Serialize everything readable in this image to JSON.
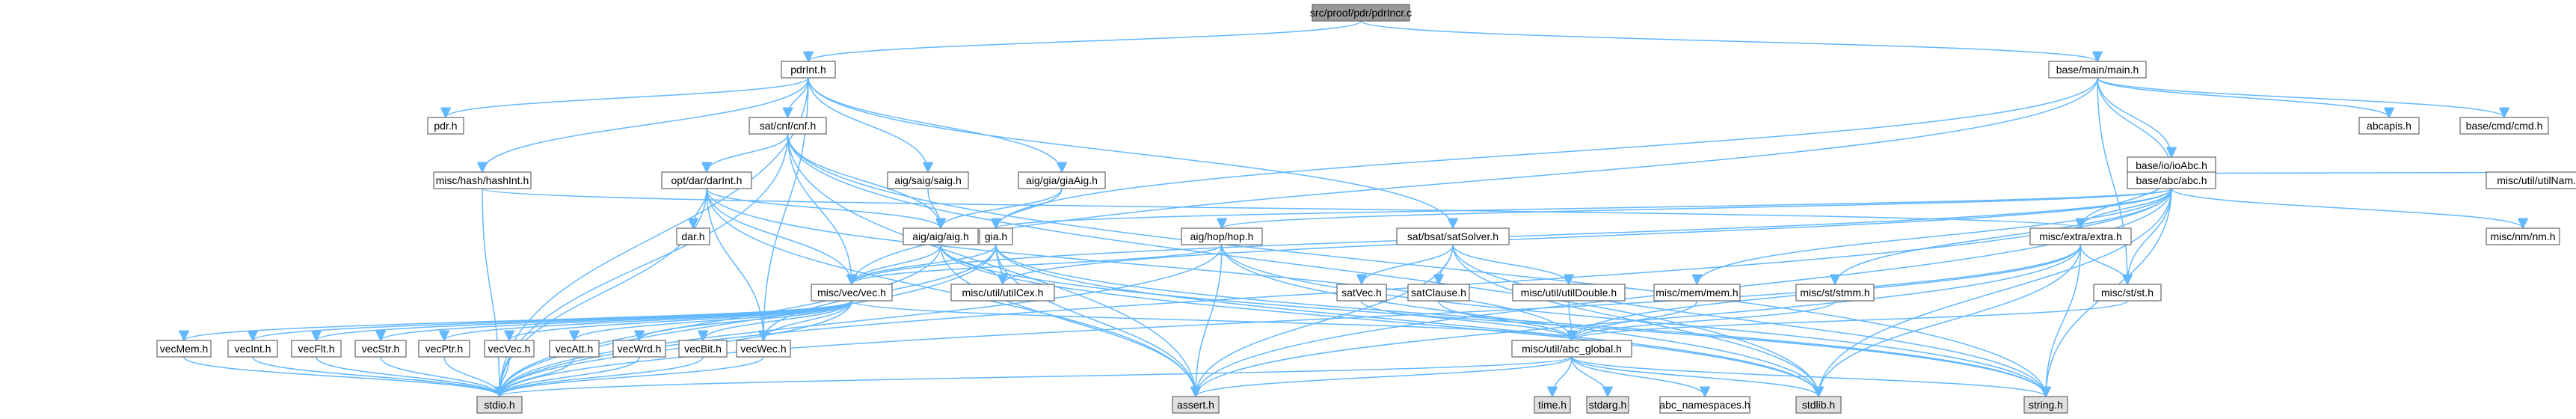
{
  "colors": {
    "root_fill": "#999999",
    "node_fill": "#ffffff",
    "missing_fill": "#e0e0e0",
    "edge": "#63b8ff"
  },
  "nodes": [
    {
      "id": "root",
      "label": "src/proof/pdr/pdrIncr.c",
      "kind": "root"
    },
    {
      "id": "pdrInt",
      "label": "pdrInt.h"
    },
    {
      "id": "main",
      "label": "base/main/main.h"
    },
    {
      "id": "pdr",
      "label": "pdr.h"
    },
    {
      "id": "cnf",
      "label": "sat/cnf/cnf.h"
    },
    {
      "id": "ioAbc",
      "label": "base/io/ioAbc.h"
    },
    {
      "id": "abcapis",
      "label": "abcapis.h"
    },
    {
      "id": "cmd",
      "label": "base/cmd/cmd.h"
    },
    {
      "id": "hashInt",
      "label": "misc/hash/hashInt.h"
    },
    {
      "id": "darInt",
      "label": "opt/dar/darInt.h"
    },
    {
      "id": "saig",
      "label": "aig/saig/saig.h"
    },
    {
      "id": "giaAig",
      "label": "aig/gia/giaAig.h"
    },
    {
      "id": "abc",
      "label": "base/abc/abc.h"
    },
    {
      "id": "utilNam",
      "label": "misc/util/utilNam.h"
    },
    {
      "id": "dar",
      "label": "dar.h"
    },
    {
      "id": "aig",
      "label": "aig/aig/aig.h"
    },
    {
      "id": "gia",
      "label": "gia.h"
    },
    {
      "id": "hop",
      "label": "aig/hop/hop.h"
    },
    {
      "id": "satSolver",
      "label": "sat/bsat/satSolver.h"
    },
    {
      "id": "extra",
      "label": "misc/extra/extra.h"
    },
    {
      "id": "nm",
      "label": "misc/nm/nm.h"
    },
    {
      "id": "vec",
      "label": "misc/vec/vec.h"
    },
    {
      "id": "utilCex",
      "label": "misc/util/utilCex.h"
    },
    {
      "id": "satVec",
      "label": "satVec.h"
    },
    {
      "id": "satClause",
      "label": "satClause.h"
    },
    {
      "id": "utilDouble",
      "label": "misc/util/utilDouble.h"
    },
    {
      "id": "mem",
      "label": "misc/mem/mem.h"
    },
    {
      "id": "stmm",
      "label": "misc/st/stmm.h"
    },
    {
      "id": "st",
      "label": "misc/st/st.h"
    },
    {
      "id": "vecMem",
      "label": "vecMem.h"
    },
    {
      "id": "vecInt",
      "label": "vecInt.h"
    },
    {
      "id": "vecFlt",
      "label": "vecFlt.h"
    },
    {
      "id": "vecStr",
      "label": "vecStr.h"
    },
    {
      "id": "vecPtr",
      "label": "vecPtr.h"
    },
    {
      "id": "vecVec",
      "label": "vecVec.h"
    },
    {
      "id": "vecAtt",
      "label": "vecAtt.h"
    },
    {
      "id": "vecWrd",
      "label": "vecWrd.h"
    },
    {
      "id": "vecBit",
      "label": "vecBit.h"
    },
    {
      "id": "vecWec",
      "label": "vecWec.h"
    },
    {
      "id": "abc_global",
      "label": "misc/util/abc_global.h"
    },
    {
      "id": "stdio",
      "label": "stdio.h",
      "kind": "missing"
    },
    {
      "id": "assert",
      "label": "assert.h",
      "kind": "missing"
    },
    {
      "id": "time",
      "label": "time.h",
      "kind": "missing"
    },
    {
      "id": "stdarg",
      "label": "stdarg.h",
      "kind": "missing"
    },
    {
      "id": "abc_ns",
      "label": "abc_namespaces.h"
    },
    {
      "id": "stdlib",
      "label": "stdlib.h",
      "kind": "missing"
    },
    {
      "id": "string",
      "label": "string.h",
      "kind": "missing"
    }
  ],
  "edges": [
    [
      "root",
      "pdrInt"
    ],
    [
      "root",
      "main"
    ],
    [
      "pdrInt",
      "pdr"
    ],
    [
      "pdrInt",
      "cnf"
    ],
    [
      "pdrInt",
      "hashInt"
    ],
    [
      "pdrInt",
      "saig"
    ],
    [
      "pdrInt",
      "giaAig"
    ],
    [
      "pdrInt",
      "satSolver"
    ],
    [
      "pdrInt",
      "vecWec"
    ],
    [
      "pdrInt",
      "stdio"
    ],
    [
      "main",
      "abc"
    ],
    [
      "main",
      "ioAbc"
    ],
    [
      "main",
      "abcapis"
    ],
    [
      "main",
      "cmd"
    ],
    [
      "main",
      "gia"
    ],
    [
      "main",
      "vec"
    ],
    [
      "main",
      "st"
    ],
    [
      "ioAbc",
      "abc"
    ],
    [
      "ioAbc",
      "extra"
    ],
    [
      "ioAbc",
      "utilNam"
    ],
    [
      "cnf",
      "darInt"
    ],
    [
      "cnf",
      "aig"
    ],
    [
      "cnf",
      "vec"
    ],
    [
      "cnf",
      "stdio"
    ],
    [
      "cnf",
      "assert"
    ],
    [
      "cnf",
      "stdlib"
    ],
    [
      "cnf",
      "string"
    ],
    [
      "hashInt",
      "extra"
    ],
    [
      "hashInt",
      "stdio"
    ],
    [
      "darInt",
      "dar"
    ],
    [
      "darInt",
      "aig"
    ],
    [
      "darInt",
      "vec"
    ],
    [
      "darInt",
      "vecWec"
    ],
    [
      "darInt",
      "assert"
    ],
    [
      "darInt",
      "stdio"
    ],
    [
      "darInt",
      "abc_global"
    ],
    [
      "saig",
      "aig"
    ],
    [
      "giaAig",
      "aig"
    ],
    [
      "giaAig",
      "gia"
    ],
    [
      "abc",
      "gia"
    ],
    [
      "abc",
      "hop"
    ],
    [
      "abc",
      "extra"
    ],
    [
      "abc",
      "nm"
    ],
    [
      "abc",
      "mem"
    ],
    [
      "abc",
      "stmm"
    ],
    [
      "abc",
      "st"
    ],
    [
      "abc",
      "vec"
    ],
    [
      "abc",
      "utilCex"
    ],
    [
      "abc",
      "stdio"
    ],
    [
      "abc",
      "stdlib"
    ],
    [
      "abc",
      "string"
    ],
    [
      "abc",
      "assert"
    ],
    [
      "aig",
      "vec"
    ],
    [
      "aig",
      "utilCex"
    ],
    [
      "aig",
      "stdio"
    ],
    [
      "aig",
      "stdlib"
    ],
    [
      "aig",
      "assert"
    ],
    [
      "aig",
      "string"
    ],
    [
      "gia",
      "vec"
    ],
    [
      "gia",
      "utilCex"
    ],
    [
      "gia",
      "vecWec"
    ],
    [
      "gia",
      "stdio"
    ],
    [
      "gia",
      "stdlib"
    ],
    [
      "gia",
      "assert"
    ],
    [
      "gia",
      "string"
    ],
    [
      "hop",
      "vec"
    ],
    [
      "hop",
      "stdio"
    ],
    [
      "hop",
      "stdlib"
    ],
    [
      "hop",
      "assert"
    ],
    [
      "hop",
      "string"
    ],
    [
      "satSolver",
      "satVec"
    ],
    [
      "satSolver",
      "satClause"
    ],
    [
      "satSolver",
      "utilDouble"
    ],
    [
      "satSolver",
      "stdlib"
    ],
    [
      "satSolver",
      "assert"
    ],
    [
      "satSolver",
      "string"
    ],
    [
      "extra",
      "st"
    ],
    [
      "extra",
      "abc_global"
    ],
    [
      "extra",
      "stdio"
    ],
    [
      "extra",
      "stdlib"
    ],
    [
      "extra",
      "string"
    ],
    [
      "extra",
      "assert"
    ],
    [
      "vec",
      "vecMem"
    ],
    [
      "vec",
      "vecInt"
    ],
    [
      "vec",
      "vecFlt"
    ],
    [
      "vec",
      "vecStr"
    ],
    [
      "vec",
      "vecPtr"
    ],
    [
      "vec",
      "vecVec"
    ],
    [
      "vec",
      "vecAtt"
    ],
    [
      "vec",
      "vecWrd"
    ],
    [
      "vec",
      "vecBit"
    ],
    [
      "vec",
      "vecWec"
    ],
    [
      "vec",
      "abc_global"
    ],
    [
      "vec",
      "stdio"
    ],
    [
      "satVec",
      "abc_global"
    ],
    [
      "satClause",
      "abc_global"
    ],
    [
      "utilDouble",
      "abc_global"
    ],
    [
      "mem",
      "abc_global"
    ],
    [
      "stmm",
      "abc_global"
    ],
    [
      "st",
      "abc_global"
    ],
    [
      "vecMem",
      "stdio"
    ],
    [
      "vecInt",
      "stdio"
    ],
    [
      "vecFlt",
      "stdio"
    ],
    [
      "vecStr",
      "stdio"
    ],
    [
      "vecPtr",
      "stdio"
    ],
    [
      "vecVec",
      "stdio"
    ],
    [
      "vecAtt",
      "stdio"
    ],
    [
      "vecWrd",
      "stdio"
    ],
    [
      "vecBit",
      "stdio"
    ],
    [
      "vecWec",
      "stdio"
    ],
    [
      "abc_global",
      "time"
    ],
    [
      "abc_global",
      "stdarg"
    ],
    [
      "abc_global",
      "abc_ns"
    ],
    [
      "abc_global",
      "stdlib"
    ],
    [
      "abc_global",
      "string"
    ],
    [
      "abc_global",
      "assert"
    ],
    [
      "abc_global",
      "stdio"
    ]
  ]
}
